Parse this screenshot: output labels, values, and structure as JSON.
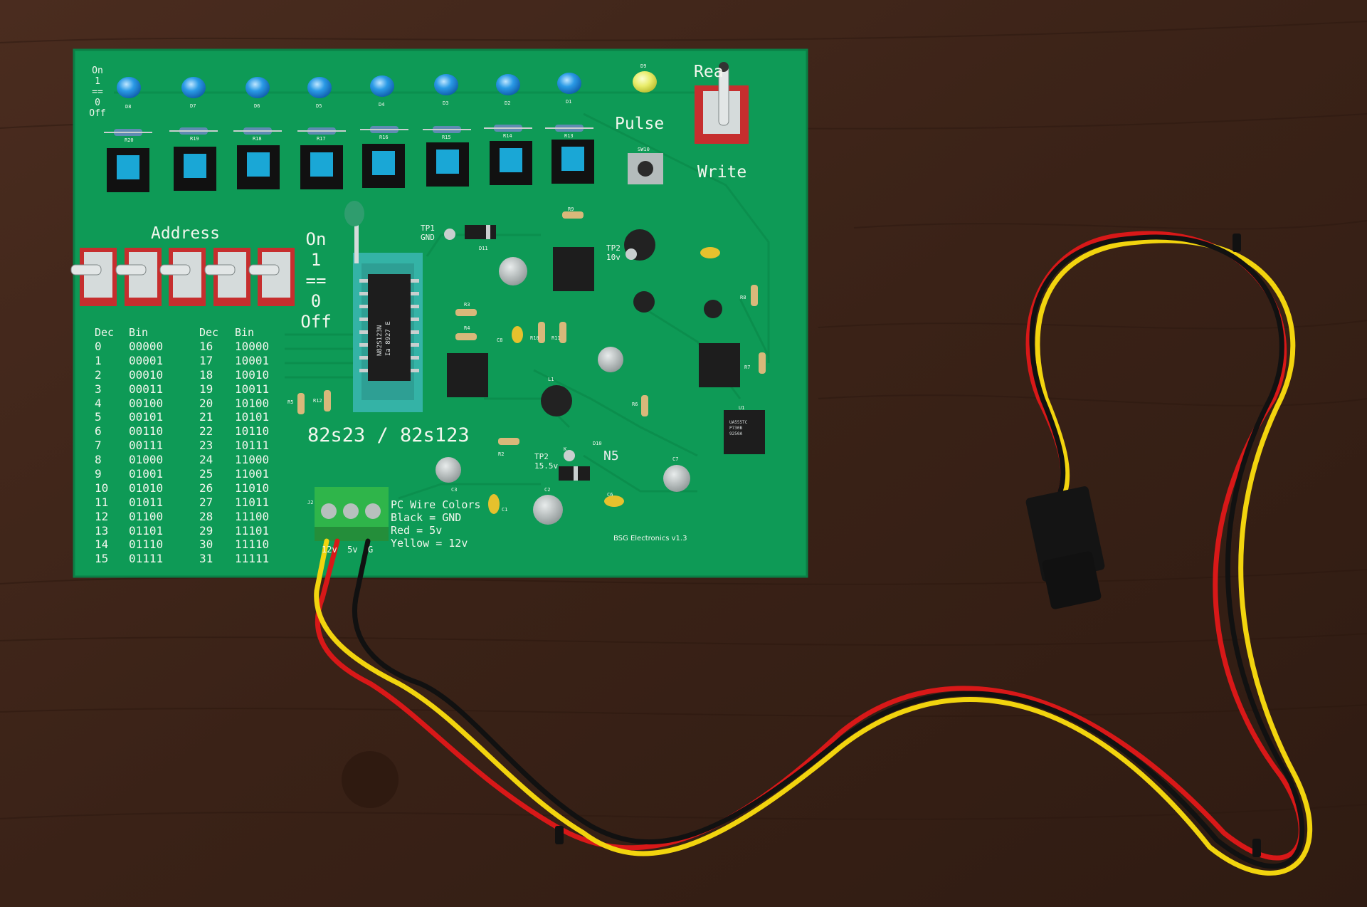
{
  "board": {
    "led_legend": {
      "on": "On",
      "one": "1",
      "eq": "==",
      "zero": "0",
      "off": "Off"
    },
    "led_refs": [
      "D8",
      "D7",
      "D6",
      "D5",
      "D4",
      "D3",
      "D2",
      "D1"
    ],
    "pulse_led_ref": "D9",
    "resistor_refs": [
      "R20",
      "R19",
      "R18",
      "R17",
      "R16",
      "R15",
      "R14",
      "R13"
    ],
    "switch_ref": "SW10",
    "pulse_label": "Pulse",
    "rw_switch": {
      "read": "Rea",
      "write": "Write"
    },
    "address_label": "Address",
    "address_legend": {
      "on": "On",
      "one": "1",
      "eq": "==",
      "zero": "0",
      "off": "Off"
    },
    "chip_label": "82s23 / 82s123",
    "chip_marking": [
      "N82S123N",
      "Ia 8927 E"
    ],
    "tp1": {
      "name": "TP1",
      "sub": "GND"
    },
    "tp2_top": {
      "name": "TP2",
      "sub": "10v"
    },
    "tp2_bottom": {
      "name": "TP2",
      "sub": "15.5v"
    },
    "part_refs": [
      "D11",
      "R9",
      "R3",
      "R4",
      "C8",
      "R10",
      "R11",
      "R5",
      "R12",
      "L1",
      "R6",
      "R7",
      "R8",
      "U1",
      "C7",
      "D10",
      "R2",
      "C3",
      "C2",
      "C1",
      "C6",
      "J2",
      "K"
    ],
    "diode_marking": "N5",
    "u1_marking": [
      "UA555TC",
      "P730B",
      "9250A"
    ],
    "wire_colors": {
      "title": "PC Wire Colors",
      "lines": [
        "Black = GND",
        "Red = 5v",
        "Yellow = 12v"
      ]
    },
    "terminal_labels": "12v  5v  G",
    "credit": "BSG Electronics v1.3",
    "table": {
      "headers": [
        "Dec",
        "Bin",
        "Dec",
        "Bin"
      ],
      "rows": [
        [
          "0",
          "00000",
          "16",
          "10000"
        ],
        [
          "1",
          "00001",
          "17",
          "10001"
        ],
        [
          "2",
          "00010",
          "18",
          "10010"
        ],
        [
          "3",
          "00011",
          "19",
          "10011"
        ],
        [
          "4",
          "00100",
          "20",
          "10100"
        ],
        [
          "5",
          "00101",
          "21",
          "10101"
        ],
        [
          "6",
          "00110",
          "22",
          "10110"
        ],
        [
          "7",
          "00111",
          "23",
          "10111"
        ],
        [
          "8",
          "01000",
          "24",
          "11000"
        ],
        [
          "9",
          "01001",
          "25",
          "11001"
        ],
        [
          "10",
          "01010",
          "26",
          "11010"
        ],
        [
          "11",
          "01011",
          "27",
          "11011"
        ],
        [
          "12",
          "01100",
          "28",
          "11100"
        ],
        [
          "13",
          "01101",
          "29",
          "11101"
        ],
        [
          "14",
          "01110",
          "30",
          "11110"
        ],
        [
          "15",
          "01111",
          "31",
          "11111"
        ]
      ]
    }
  },
  "colors": {
    "desk": "#3b2318",
    "pcb": "#0e9a56",
    "silk": "#f2f7ee",
    "wire_red": "#d81818",
    "wire_yellow": "#f2d40e",
    "wire_black": "#111111",
    "led_blue": "#1f8bd8",
    "button_cap": "#1aa7d6",
    "terminal_green": "#2fb54a",
    "socket_teal": "#34b3a6"
  }
}
